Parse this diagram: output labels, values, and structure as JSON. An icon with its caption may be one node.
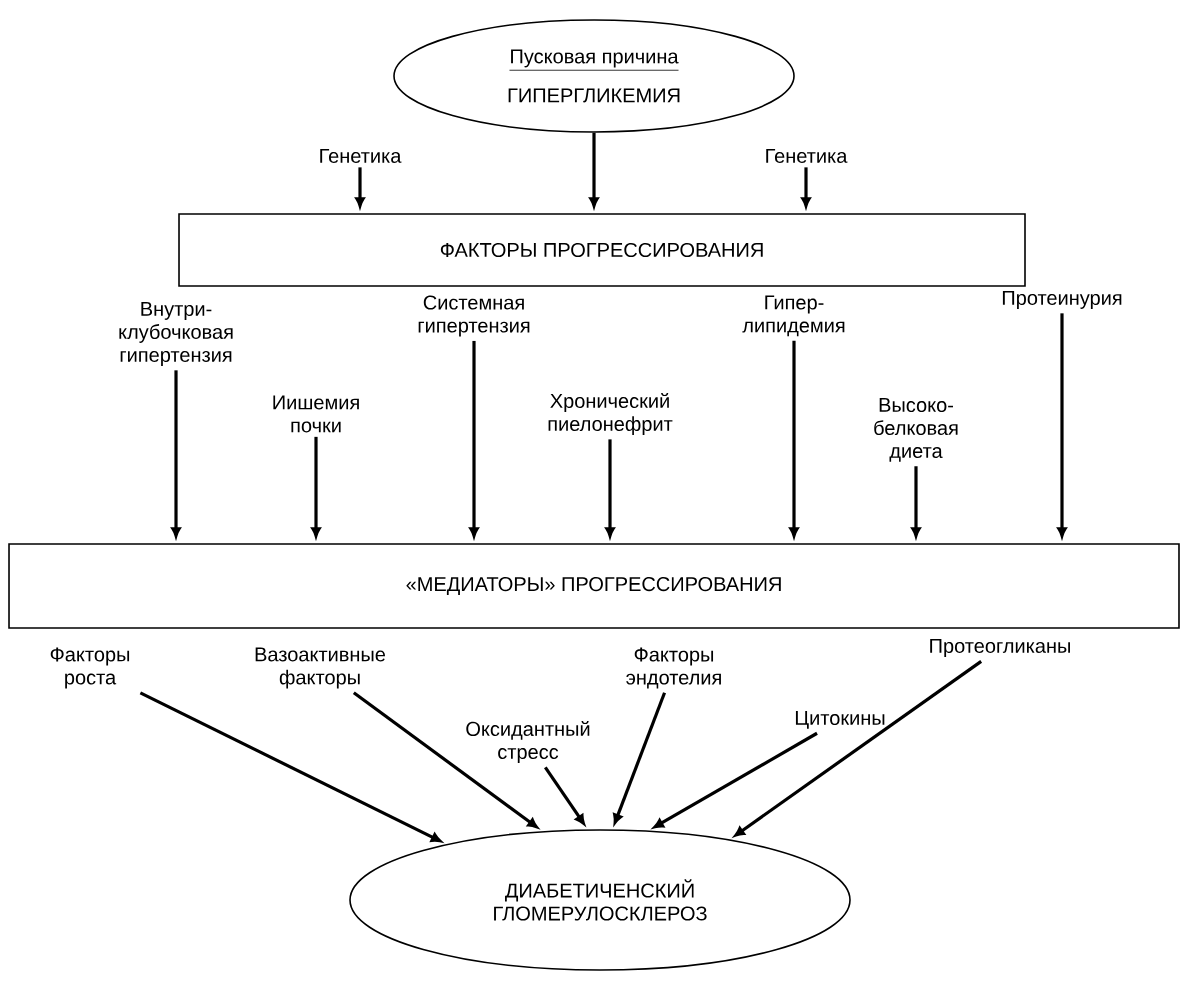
{
  "diagram": {
    "nodes": [
      {
        "text": [
          "Пусковая причина",
          "ГИПЕРГЛИКЕМИЯ"
        ]
      },
      {
        "text": [
          "Генетика"
        ]
      },
      {
        "text": [
          "Генетика"
        ]
      },
      {
        "text": [
          "ФАКТОРЫ ПРОГРЕССИРОВАНИЯ"
        ]
      },
      {
        "text": [
          "Внутри- клубочковая гипертензия"
        ]
      },
      {
        "text": [
          "Системная гипертензия"
        ]
      },
      {
        "text": [
          "Гипер- липидемия"
        ]
      },
      {
        "text": [
          "Протеинурия"
        ]
      },
      {
        "text": [
          "Иишемия почки"
        ]
      },
      {
        "text": [
          "Хронический пиелонефрит"
        ]
      },
      {
        "text": [
          "Высоко- белковая диета"
        ]
      },
      {
        "text": [
          "«МЕДИАТОРЫ» ПРОГРЕССИРОВАНИЯ"
        ]
      },
      {
        "text": [
          "Факторы роста"
        ]
      },
      {
        "text": [
          "Вазоактивные факторы"
        ]
      },
      {
        "text": [
          "Факторы эндотелия"
        ]
      },
      {
        "text": [
          "Протеогликаны"
        ]
      },
      {
        "text": [
          "Оксидантный стресс"
        ]
      },
      {
        "text": [
          "Цитокины"
        ]
      },
      {
        "text": [
          "ДИАБЕТИЧЕНСКИЙ ГЛОМЕРУЛОСКЛЕРОЗ"
        ]
      }
    ],
    "edges": [
      {
        "from": 0,
        "to": 3,
        "arrow": "to"
      },
      {
        "from": 1,
        "to": 3,
        "arrow": "to"
      },
      {
        "from": 2,
        "to": 3,
        "arrow": "to"
      },
      {
        "from": 4,
        "to": 11,
        "arrow": "to"
      },
      {
        "from": 5,
        "to": 11,
        "arrow": "to"
      },
      {
        "from": 6,
        "to": 11,
        "arrow": "to"
      },
      {
        "from": 7,
        "to": 11,
        "arrow": "to"
      },
      {
        "from": 8,
        "to": 11,
        "arrow": "to"
      },
      {
        "from": 9,
        "to": 11,
        "arrow": "to"
      },
      {
        "from": 10,
        "to": 11,
        "arrow": "to"
      },
      {
        "from": 12,
        "to": 18,
        "arrow": "to"
      },
      {
        "from": 13,
        "to": 18,
        "arrow": "to"
      },
      {
        "from": 14,
        "to": 18,
        "arrow": "to"
      },
      {
        "from": 15,
        "to": 18,
        "arrow": "to"
      },
      {
        "from": 16,
        "to": 18,
        "arrow": "to"
      },
      {
        "from": 17,
        "to": 18,
        "arrow": "to"
      }
    ]
  }
}
